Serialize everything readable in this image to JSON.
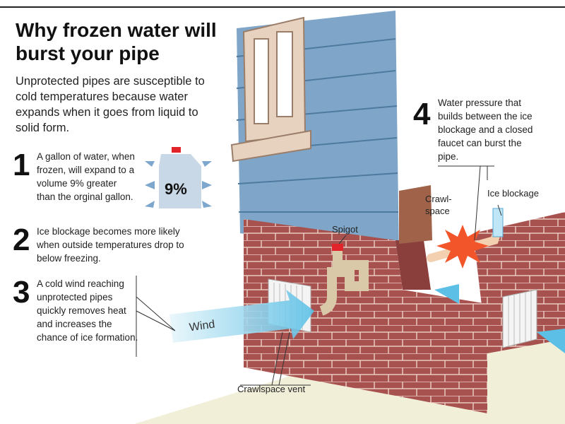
{
  "title": "Why frozen water will burst your pipe",
  "intro": "Unprotected pipes are susceptible to cold temperatures because water expands when it goes from liquid to solid form.",
  "steps": [
    {
      "number": "1",
      "text": "A gallon of water, when frozen, will expand to a volume 9% greater than the orginal gallon."
    },
    {
      "number": "2",
      "text": "Ice blockage becomes more likely when outside temperatures drop to below freezing."
    },
    {
      "number": "3",
      "text": "A cold wind reaching unprotected pipes quickly removes heat and increases the chance of ice formation."
    },
    {
      "number": "4",
      "text": "Water pressure that builds between the ice blockage and a closed faucet can burst the pipe."
    }
  ],
  "labels": {
    "expansion": "9%",
    "wind": "Wind",
    "spigot": "Spigot",
    "crawlspace": "Crawl-space",
    "ice_blockage": "Ice blockage",
    "crawlspace_vent": "Crawlspace vent"
  },
  "colors": {
    "siding": "#7fa6c8",
    "brick": "#a8524f",
    "wind": "#8fd0ea",
    "cap": "#e0242a",
    "burst": "#f2552a"
  }
}
